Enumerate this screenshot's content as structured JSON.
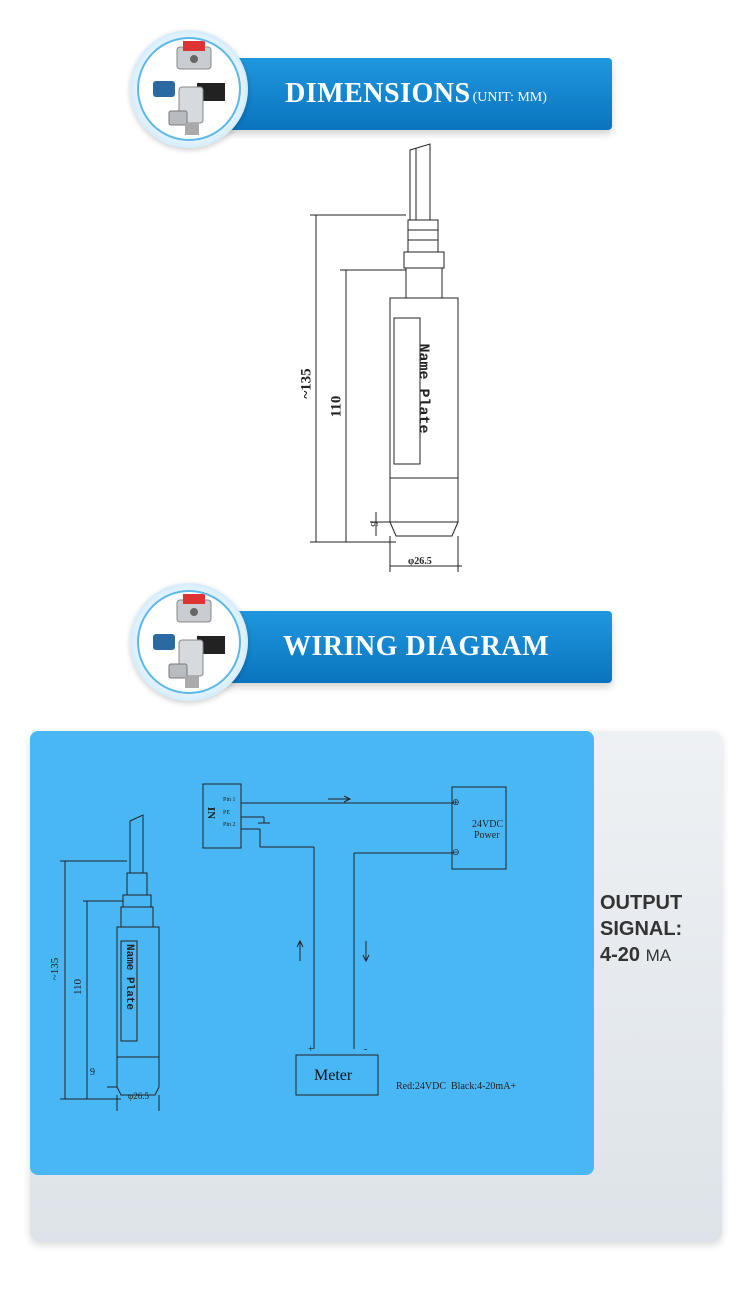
{
  "sections": {
    "dimensions": {
      "title": "DIMENSIONS",
      "unit": "(UNIT: MM)"
    },
    "wiring": {
      "title": "WIRING DIAGRAM"
    }
  },
  "drawing": {
    "overall_length": "~135",
    "body_length": "110",
    "bottom_gap": "9",
    "diameter": "φ26.5",
    "name_plate": "Name Plate"
  },
  "wiring_diagram": {
    "in_label": "IN",
    "pin1": "Pin 1",
    "pe": "PE",
    "pin2": "Pin 2",
    "power_line1": "24VDC",
    "power_line2": "Power",
    "plus": "⊕",
    "minus": "⊖",
    "meter": "Meter",
    "meter_plus": "+",
    "meter_minus": "-",
    "legend": "Red:24VDC  Black:4-20mA+"
  },
  "output": {
    "line1": "OUTPUT",
    "line2": "SIGNAL:",
    "value": "4-20",
    "unit": "MA"
  },
  "colors": {
    "banner_blue": "#0a74bf",
    "panel_blue": "#4ab7f5"
  }
}
